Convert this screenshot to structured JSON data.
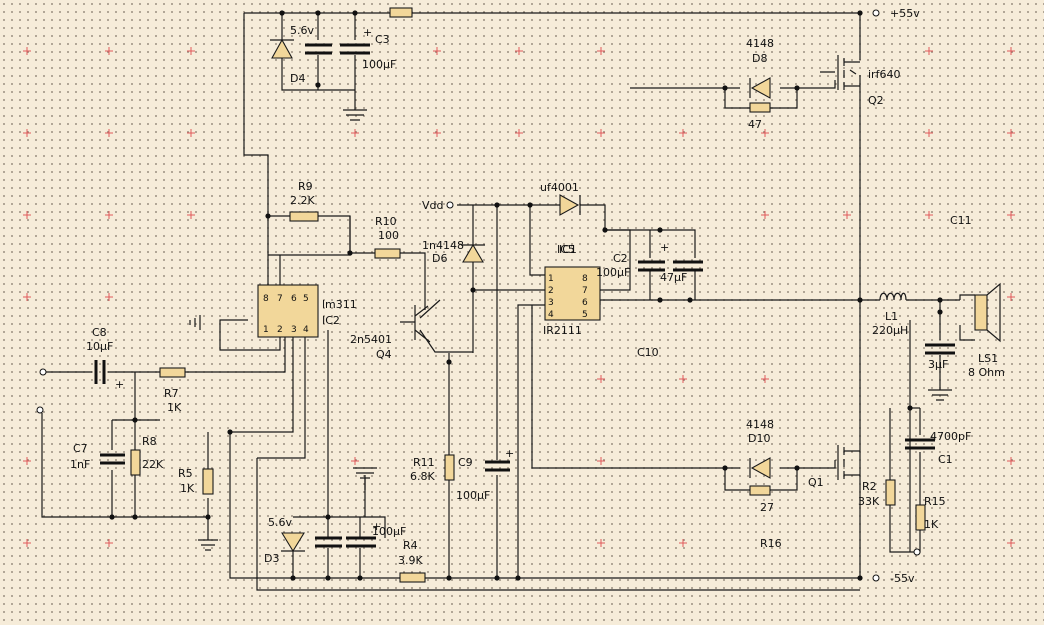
{
  "rails": {
    "vplus": "+55v",
    "vminus": "-55v",
    "vdd": "Vdd"
  },
  "components": {
    "D4": {
      "ref": "D4",
      "value": "5.6v"
    },
    "C3": {
      "ref": "C3",
      "value": "100µF"
    },
    "D8": {
      "ref": "D8",
      "value": "4148"
    },
    "R47": {
      "value": "47"
    },
    "Q2": {
      "ref": "Q2",
      "value": "irf640"
    },
    "R9": {
      "ref": "R9",
      "value": "2.2K"
    },
    "R10": {
      "ref": "R10",
      "value": "100"
    },
    "D6": {
      "ref": "D6",
      "value": "1n4148"
    },
    "UF": {
      "value": "uf4001"
    },
    "IC1": {
      "ref": "IC1",
      "value": "IR2111",
      "overlap": "IC5"
    },
    "C2": {
      "ref": "C2",
      "value": "100µF"
    },
    "C47": {
      "value": "47µF"
    },
    "C11": {
      "ref": "C11"
    },
    "IC2": {
      "ref": "IC2",
      "value": "lm311"
    },
    "C8": {
      "ref": "C8",
      "value": "10µF"
    },
    "R7": {
      "ref": "R7",
      "value": "1K"
    },
    "Q4": {
      "ref": "Q4",
      "value": "2n5401"
    },
    "L1": {
      "ref": "L1",
      "value": "220µH"
    },
    "LS1": {
      "ref": "LS1",
      "value": "8 Ohm"
    },
    "C3u": {
      "value": "3µF"
    },
    "C10": {
      "ref": "C10"
    },
    "C7": {
      "ref": "C7",
      "value": "1nF"
    },
    "R8": {
      "ref": "R8",
      "value": "22K"
    },
    "R5": {
      "ref": "R5",
      "value": "1K"
    },
    "R11": {
      "ref": "R11",
      "value": "6.8K"
    },
    "C9": {
      "ref": "C9",
      "value": "100µF"
    },
    "D10": {
      "ref": "D10",
      "value": "4148"
    },
    "R27": {
      "value": "27"
    },
    "Q1": {
      "ref": "Q1"
    },
    "R2": {
      "ref": "R2",
      "value": "33K"
    },
    "R15": {
      "ref": "R15",
      "value": "1K"
    },
    "C1": {
      "ref": "C1",
      "value": "4700pF"
    },
    "D3": {
      "ref": "D3",
      "value": "5.6v"
    },
    "C100b": {
      "value": "100µF"
    },
    "R4": {
      "ref": "R4",
      "value": "3.9K"
    },
    "R16": {
      "ref": "R16"
    }
  },
  "pins": {
    "ic2_top": [
      "8",
      "7",
      "6",
      "5"
    ],
    "ic2_bottom": [
      "1",
      "2",
      "3",
      "4"
    ],
    "ic1_left": [
      "1",
      "2",
      "3",
      "4"
    ],
    "ic1_right": [
      "8",
      "7",
      "6",
      "5"
    ]
  },
  "symbols": {
    "plus": "+"
  }
}
